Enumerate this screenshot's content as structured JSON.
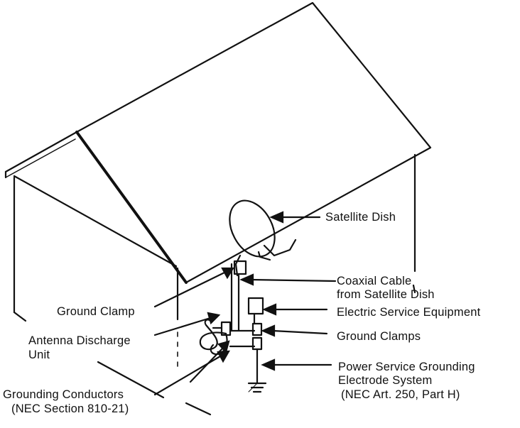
{
  "labels": {
    "satellite_dish": "Satellite Dish",
    "coaxial_cable_1": "Coaxial Cable",
    "coaxial_cable_2": "from Satellite Dish",
    "electric_service": "Electric Service Equipment",
    "ground_clamps": "Ground Clamps",
    "power_service_1": "Power Service Grounding",
    "power_service_2": "Electrode System",
    "power_service_3": "(NEC Art. 250, Part H)",
    "ground_clamp": "Ground Clamp",
    "antenna_discharge_1": "Antenna Discharge",
    "antenna_discharge_2": "Unit",
    "grounding_conductors_1": "Grounding Conductors",
    "grounding_conductors_2": "(NEC Section 810-21)"
  },
  "colors": {
    "line": "#111111",
    "background": "#ffffff"
  }
}
